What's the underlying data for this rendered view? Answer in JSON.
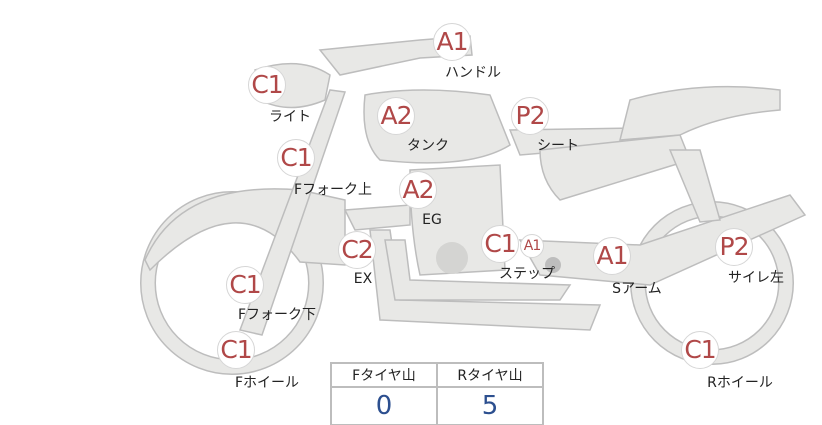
{
  "markers": [
    {
      "grade": "A1",
      "label": "ハンドル"
    },
    {
      "grade": "C1",
      "label": "ライト"
    },
    {
      "grade": "A2",
      "label": "タンク"
    },
    {
      "grade": "P2",
      "label": "シート"
    },
    {
      "grade": "C1",
      "label": "Fフォーク上"
    },
    {
      "grade": "A2",
      "label": "EG"
    },
    {
      "grade": "C2",
      "label": "EX"
    },
    {
      "grade": "C1",
      "label": "ステップ"
    },
    {
      "grade": "A1"
    },
    {
      "grade": "A1",
      "label": "Sアーム"
    },
    {
      "grade": "P2",
      "label": "サイレ左"
    },
    {
      "grade": "C1",
      "label": "Fフォーク下"
    },
    {
      "grade": "C1",
      "label": "Fホイール"
    },
    {
      "grade": "C1",
      "label": "Rホイール"
    }
  ],
  "tire_table": {
    "headers": [
      "Fタイヤ山",
      "Rタイヤ山"
    ],
    "values": [
      "0",
      "5"
    ]
  },
  "colors": {
    "grade": "#b04848",
    "value": "#2c4f8f",
    "body": "#e8e8e6"
  }
}
